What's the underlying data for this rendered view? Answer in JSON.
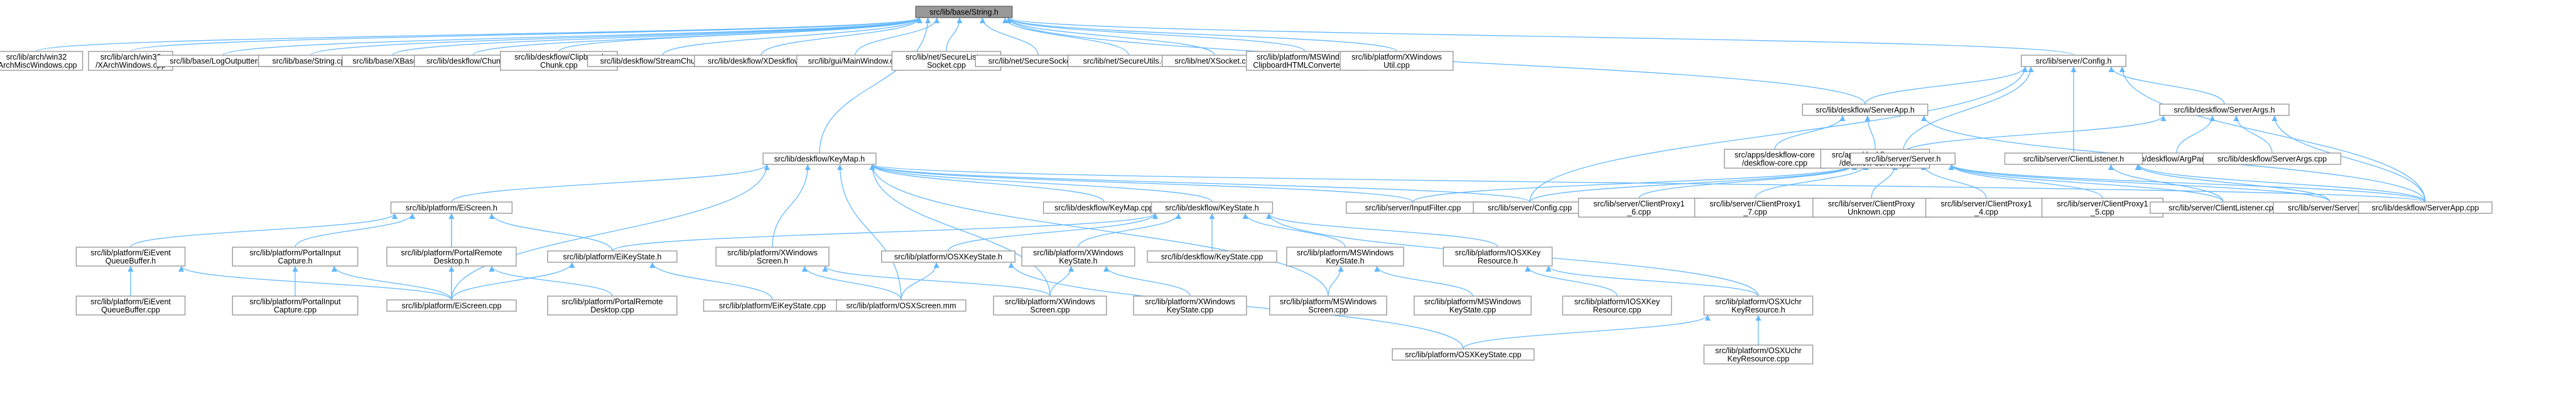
{
  "diagram": {
    "type": "include-dependency-graph",
    "nodes": [
      {
        "id": "base_string_h",
        "lines": [
          "src/lib/base/String.h"
        ],
        "root": true
      },
      {
        "id": "archmiscwindows",
        "lines": [
          "src/lib/arch/win32",
          "/ArchMiscWindows.cpp"
        ]
      },
      {
        "id": "iarchwindows",
        "lines": [
          "src/lib/arch/win32",
          "/XArchWindows.cpp"
        ]
      },
      {
        "id": "logoutputters",
        "lines": [
          "src/lib/base/LogOutputters.cpp"
        ]
      },
      {
        "id": "string_cpp",
        "lines": [
          "src/lib/base/String.cpp"
        ]
      },
      {
        "id": "xbase",
        "lines": [
          "src/lib/base/XBase.cpp"
        ]
      },
      {
        "id": "chunk",
        "lines": [
          "src/lib/deskflow/Chunk.cpp"
        ]
      },
      {
        "id": "clipboardchunk",
        "lines": [
          "src/lib/deskflow/Clipboard",
          "Chunk.cpp"
        ]
      },
      {
        "id": "streamchunker",
        "lines": [
          "src/lib/deskflow/StreamChunker.cpp"
        ]
      },
      {
        "id": "xdeskflow",
        "lines": [
          "src/lib/deskflow/XDeskflow.cpp"
        ]
      },
      {
        "id": "mainwindow",
        "lines": [
          "src/lib/gui/MainWindow.cpp"
        ]
      },
      {
        "id": "securelisten",
        "lines": [
          "src/lib/net/SecureListen",
          "Socket.cpp"
        ]
      },
      {
        "id": "securesocket",
        "lines": [
          "src/lib/net/SecureSocket.cpp"
        ]
      },
      {
        "id": "secureutils",
        "lines": [
          "src/lib/net/SecureUtils.cpp"
        ]
      },
      {
        "id": "xsocket",
        "lines": [
          "src/lib/net/XSocket.cpp"
        ]
      },
      {
        "id": "mswinclip",
        "lines": [
          "src/lib/platform/MSWindows",
          "ClipboardHTMLConverter.cpp"
        ]
      },
      {
        "id": "xwinutil",
        "lines": [
          "src/lib/platform/XWindows",
          "Util.cpp"
        ]
      },
      {
        "id": "config_h",
        "lines": [
          "src/lib/server/Config.h"
        ]
      },
      {
        "id": "serverapp_h",
        "lines": [
          "src/lib/deskflow/ServerApp.h"
        ]
      },
      {
        "id": "serverargs_h",
        "lines": [
          "src/lib/deskflow/ServerArgs.h"
        ]
      },
      {
        "id": "keymap_h",
        "lines": [
          "src/lib/deskflow/KeyMap.h"
        ]
      },
      {
        "id": "deskflow_core",
        "lines": [
          "src/apps/deskflow-core",
          "/deskflow-core.cpp"
        ]
      },
      {
        "id": "deskflow_server",
        "lines": [
          "src/apps/deskflow-server",
          "/deskflow-server.cpp"
        ]
      },
      {
        "id": "argparser",
        "lines": [
          "src/lib/deskflow/ArgParser.cpp"
        ]
      },
      {
        "id": "serverargs_cpp",
        "lines": [
          "src/lib/deskflow/ServerArgs.cpp"
        ]
      },
      {
        "id": "server_h",
        "lines": [
          "src/lib/server/Server.h"
        ]
      },
      {
        "id": "clientlistener_h",
        "lines": [
          "src/lib/server/ClientListener.h"
        ]
      },
      {
        "id": "eiscreen_h",
        "lines": [
          "src/lib/platform/EiScreen.h"
        ]
      },
      {
        "id": "keymap_cpp",
        "lines": [
          "src/lib/deskflow/KeyMap.cpp"
        ]
      },
      {
        "id": "keystate_h",
        "lines": [
          "src/lib/deskflow/KeyState.h"
        ]
      },
      {
        "id": "inputfilter",
        "lines": [
          "src/lib/server/InputFilter.cpp"
        ]
      },
      {
        "id": "config_cpp",
        "lines": [
          "src/lib/server/Config.cpp"
        ]
      },
      {
        "id": "cp1_6",
        "lines": [
          "src/lib/server/ClientProxy1",
          "_6.cpp"
        ]
      },
      {
        "id": "cp1_7",
        "lines": [
          "src/lib/server/ClientProxy1",
          "_7.cpp"
        ]
      },
      {
        "id": "cpunknown",
        "lines": [
          "src/lib/server/ClientProxy",
          "Unknown.cpp"
        ]
      },
      {
        "id": "cp1_4",
        "lines": [
          "src/lib/server/ClientProxy1",
          "_4.cpp"
        ]
      },
      {
        "id": "cp1_5",
        "lines": [
          "src/lib/server/ClientProxy1",
          "_5.cpp"
        ]
      },
      {
        "id": "clientlistener_cpp",
        "lines": [
          "src/lib/server/ClientListener.cpp"
        ]
      },
      {
        "id": "server_cpp",
        "lines": [
          "src/lib/server/Server.cpp"
        ]
      },
      {
        "id": "serverapp_cpp",
        "lines": [
          "src/lib/deskflow/ServerApp.cpp"
        ]
      },
      {
        "id": "eieventqueue_h",
        "lines": [
          "src/lib/platform/EiEvent",
          "QueueBuffer.h"
        ]
      },
      {
        "id": "portalinput_h",
        "lines": [
          "src/lib/platform/PortalInput",
          "Capture.h"
        ]
      },
      {
        "id": "portalremote_h",
        "lines": [
          "src/lib/platform/PortalRemote",
          "Desktop.h"
        ]
      },
      {
        "id": "eikeystate_h",
        "lines": [
          "src/lib/platform/EiKeyState.h"
        ]
      },
      {
        "id": "xwinscreen_h",
        "lines": [
          "src/lib/platform/XWindows",
          "Screen.h"
        ]
      },
      {
        "id": "osxkeystate_h",
        "lines": [
          "src/lib/platform/OSXKeyState.h"
        ]
      },
      {
        "id": "xwinkeystate_h",
        "lines": [
          "src/lib/platform/XWindows",
          "KeyState.h"
        ]
      },
      {
        "id": "keystate_cpp",
        "lines": [
          "src/lib/deskflow/KeyState.cpp"
        ]
      },
      {
        "id": "mswinkeystate_h",
        "lines": [
          "src/lib/platform/MSWindows",
          "KeyState.h"
        ]
      },
      {
        "id": "iosxkeyres_h",
        "lines": [
          "src/lib/platform/IOSXKey",
          "Resource.h"
        ]
      },
      {
        "id": "eieventqueue_cpp",
        "lines": [
          "src/lib/platform/EiEvent",
          "QueueBuffer.cpp"
        ]
      },
      {
        "id": "portalinput_cpp",
        "lines": [
          "src/lib/platform/PortalInput",
          "Capture.cpp"
        ]
      },
      {
        "id": "eiscreen_cpp",
        "lines": [
          "src/lib/platform/EiScreen.cpp"
        ]
      },
      {
        "id": "portalremote_cpp",
        "lines": [
          "src/lib/platform/PortalRemote",
          "Desktop.cpp"
        ]
      },
      {
        "id": "eikeystate_cpp",
        "lines": [
          "src/lib/platform/EiKeyState.cpp"
        ]
      },
      {
        "id": "osxscreen_mm",
        "lines": [
          "src/lib/platform/OSXScreen.mm"
        ]
      },
      {
        "id": "xwinscreen_cpp",
        "lines": [
          "src/lib/platform/XWindows",
          "Screen.cpp"
        ]
      },
      {
        "id": "xwinkeystate_cpp",
        "lines": [
          "src/lib/platform/XWindows",
          "KeyState.cpp"
        ]
      },
      {
        "id": "mswinscreen_cpp",
        "lines": [
          "src/lib/platform/MSWindows",
          "Screen.cpp"
        ]
      },
      {
        "id": "mswinkeystate_cpp",
        "lines": [
          "src/lib/platform/MSWindows",
          "KeyState.cpp"
        ]
      },
      {
        "id": "iosxkeyres_cpp",
        "lines": [
          "src/lib/platform/IOSXKey",
          "Resource.cpp"
        ]
      },
      {
        "id": "osxuchr_h",
        "lines": [
          "src/lib/platform/OSXUchr",
          "KeyResource.h"
        ]
      },
      {
        "id": "osxkeystate_cpp",
        "lines": [
          "src/lib/platform/OSXKeyState.cpp"
        ]
      },
      {
        "id": "osxuchr_cpp",
        "lines": [
          "src/lib/platform/OSXUchr",
          "KeyResource.cpp"
        ]
      }
    ],
    "edges": [
      [
        "base_string_h",
        "archmiscwindows"
      ],
      [
        "base_string_h",
        "iarchwindows"
      ],
      [
        "base_string_h",
        "logoutputters"
      ],
      [
        "base_string_h",
        "string_cpp"
      ],
      [
        "base_string_h",
        "xbase"
      ],
      [
        "base_string_h",
        "chunk"
      ],
      [
        "base_string_h",
        "clipboardchunk"
      ],
      [
        "base_string_h",
        "streamchunker"
      ],
      [
        "base_string_h",
        "xdeskflow"
      ],
      [
        "base_string_h",
        "mainwindow"
      ],
      [
        "base_string_h",
        "securelisten"
      ],
      [
        "base_string_h",
        "securesocket"
      ],
      [
        "base_string_h",
        "secureutils"
      ],
      [
        "base_string_h",
        "xsocket"
      ],
      [
        "base_string_h",
        "mswinclip"
      ],
      [
        "base_string_h",
        "xwinutil"
      ],
      [
        "base_string_h",
        "config_h"
      ],
      [
        "base_string_h",
        "serverapp_h"
      ],
      [
        "base_string_h",
        "keymap_h"
      ],
      [
        "config_h",
        "serverapp_h"
      ],
      [
        "config_h",
        "serverargs_h"
      ],
      [
        "config_h",
        "server_h"
      ],
      [
        "config_h",
        "clientlistener_h"
      ],
      [
        "config_h",
        "config_cpp"
      ],
      [
        "config_h",
        "serverapp_cpp"
      ],
      [
        "serverapp_h",
        "deskflow_core"
      ],
      [
        "serverapp_h",
        "deskflow_server"
      ],
      [
        "serverapp_h",
        "serverapp_cpp"
      ],
      [
        "serverargs_h",
        "argparser"
      ],
      [
        "serverargs_h",
        "serverargs_cpp"
      ],
      [
        "serverargs_h",
        "server_h"
      ],
      [
        "serverargs_h",
        "serverapp_cpp"
      ],
      [
        "keymap_h",
        "eiscreen_h"
      ],
      [
        "keymap_h",
        "keymap_cpp"
      ],
      [
        "keymap_h",
        "keystate_h"
      ],
      [
        "keymap_h",
        "inputfilter"
      ],
      [
        "keymap_h",
        "config_cpp"
      ],
      [
        "keymap_h",
        "xwinscreen_h"
      ],
      [
        "keymap_h",
        "eiscreen_cpp"
      ],
      [
        "keymap_h",
        "osxscreen_mm"
      ],
      [
        "keymap_h",
        "xwinscreen_cpp"
      ],
      [
        "keymap_h",
        "mswinscreen_cpp"
      ],
      [
        "keymap_h",
        "serverapp_cpp"
      ],
      [
        "server_h",
        "inputfilter"
      ],
      [
        "server_h",
        "config_cpp"
      ],
      [
        "server_h",
        "cp1_6"
      ],
      [
        "server_h",
        "cp1_7"
      ],
      [
        "server_h",
        "cpunknown"
      ],
      [
        "server_h",
        "cp1_4"
      ],
      [
        "server_h",
        "cp1_5"
      ],
      [
        "server_h",
        "clientlistener_cpp"
      ],
      [
        "server_h",
        "server_cpp"
      ],
      [
        "server_h",
        "serverapp_cpp"
      ],
      [
        "clientlistener_h",
        "clientlistener_cpp"
      ],
      [
        "clientlistener_h",
        "server_cpp"
      ],
      [
        "clientlistener_h",
        "serverapp_cpp"
      ],
      [
        "eiscreen_h",
        "eieventqueue_h"
      ],
      [
        "eiscreen_h",
        "portalinput_h"
      ],
      [
        "eiscreen_h",
        "portalremote_h"
      ],
      [
        "eiscreen_h",
        "eikeystate_h"
      ],
      [
        "eiscreen_h",
        "eiscreen_cpp"
      ],
      [
        "eieventqueue_h",
        "eieventqueue_cpp"
      ],
      [
        "eieventqueue_h",
        "eiscreen_cpp"
      ],
      [
        "portalinput_h",
        "portalinput_cpp"
      ],
      [
        "portalinput_h",
        "eiscreen_cpp"
      ],
      [
        "portalremote_h",
        "portalremote_cpp"
      ],
      [
        "portalremote_h",
        "eiscreen_cpp"
      ],
      [
        "eikeystate_h",
        "eiscreen_cpp"
      ],
      [
        "eikeystate_h",
        "eikeystate_cpp"
      ],
      [
        "keystate_h",
        "eikeystate_h"
      ],
      [
        "keystate_h",
        "osxkeystate_h"
      ],
      [
        "keystate_h",
        "xwinkeystate_h"
      ],
      [
        "keystate_h",
        "keystate_cpp"
      ],
      [
        "keystate_h",
        "mswinkeystate_h"
      ],
      [
        "keystate_h",
        "iosxkeyres_h"
      ],
      [
        "keystate_h",
        "osxuchr_h"
      ],
      [
        "xwinscreen_h",
        "osxscreen_mm"
      ],
      [
        "xwinscreen_h",
        "xwinscreen_cpp"
      ],
      [
        "osxkeystate_h",
        "osxscreen_mm"
      ],
      [
        "osxkeystate_h",
        "osxkeystate_cpp"
      ],
      [
        "xwinkeystate_h",
        "xwinscreen_cpp"
      ],
      [
        "xwinkeystate_h",
        "xwinkeystate_cpp"
      ],
      [
        "mswinkeystate_h",
        "mswinscreen_cpp"
      ],
      [
        "mswinkeystate_h",
        "mswinkeystate_cpp"
      ],
      [
        "iosxkeyres_h",
        "iosxkeyres_cpp"
      ],
      [
        "iosxkeyres_h",
        "osxuchr_h"
      ],
      [
        "osxuchr_h",
        "osxkeystate_cpp"
      ],
      [
        "osxuchr_h",
        "osxuchr_cpp"
      ]
    ]
  }
}
